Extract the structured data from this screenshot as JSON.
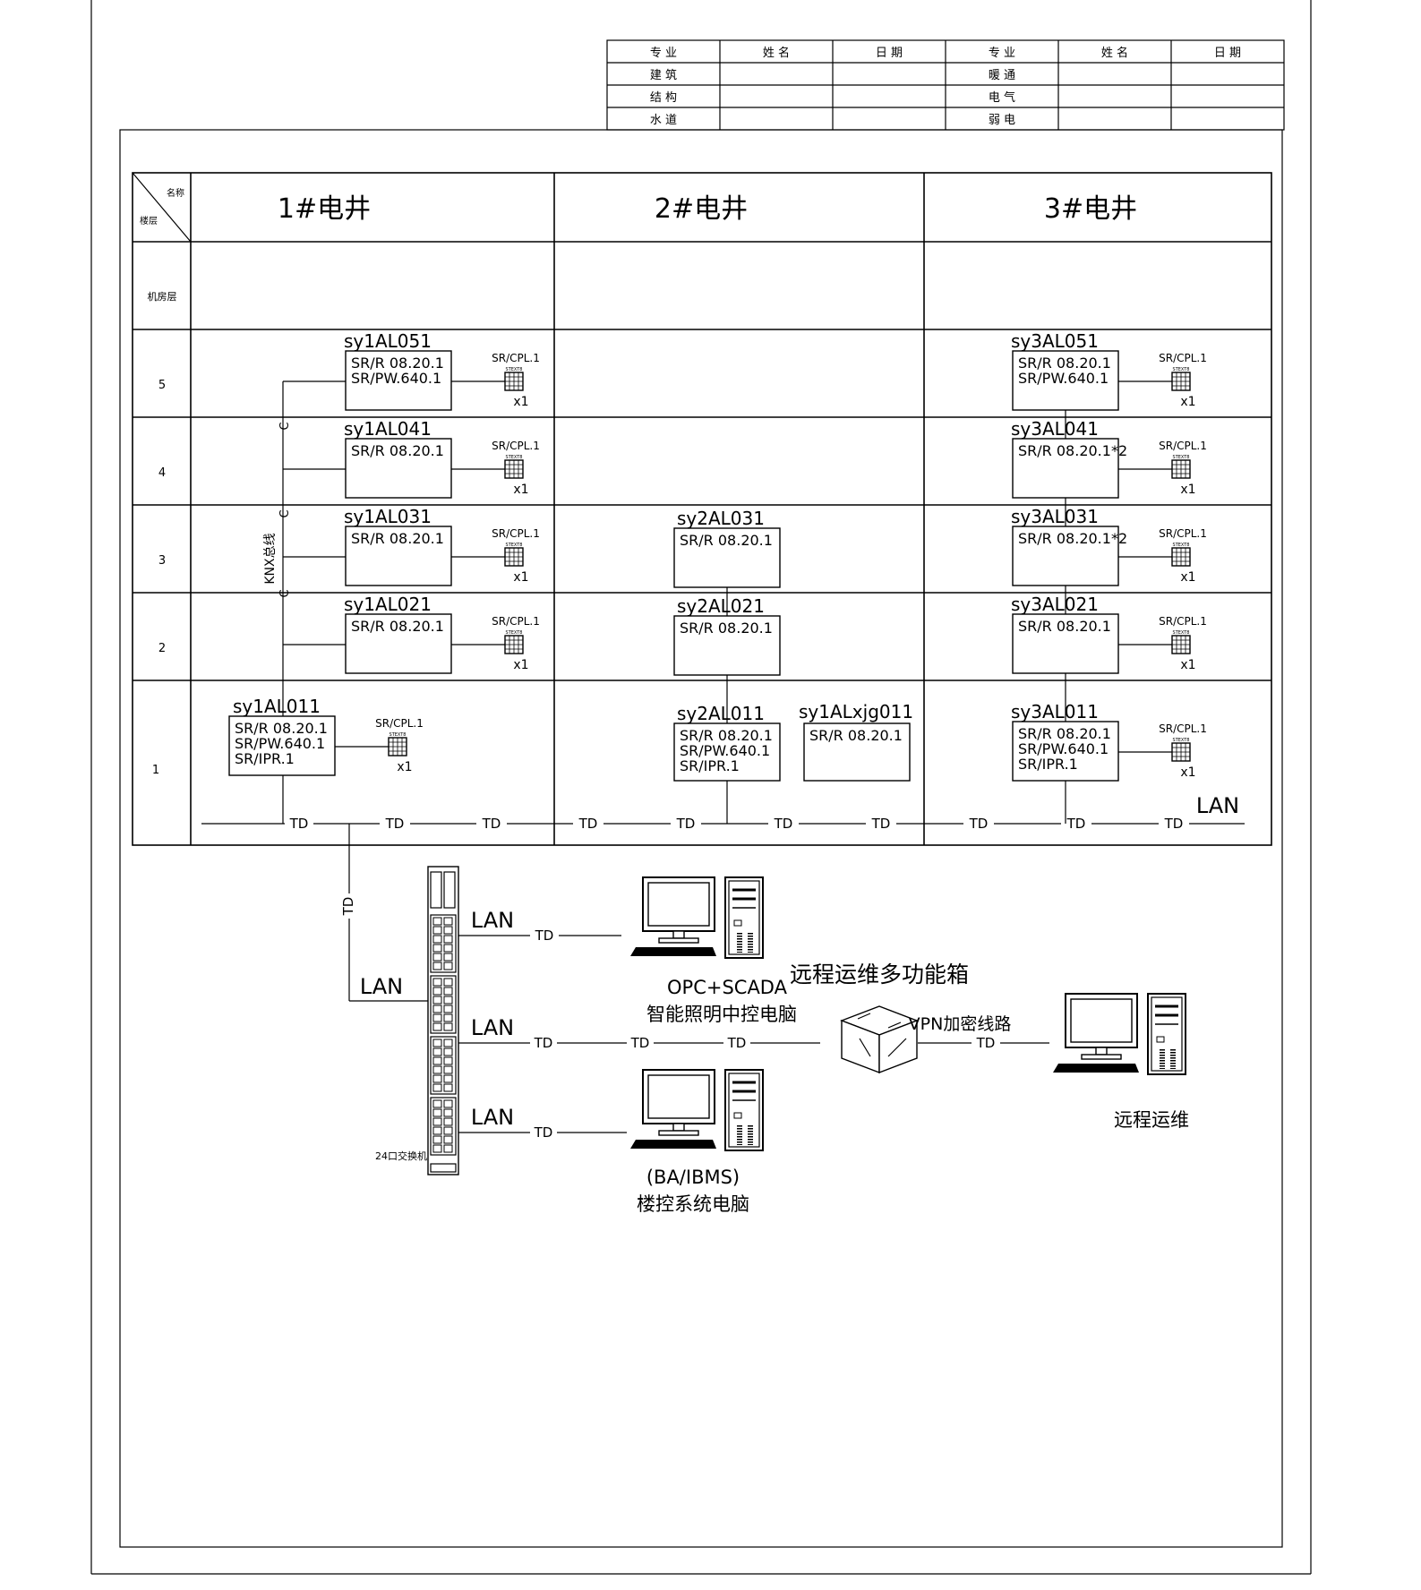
{
  "title_block": {
    "rows": [
      [
        "专  业",
        "姓  名",
        "日  期",
        "专  业",
        "姓  名",
        "日  期"
      ],
      [
        "建  筑",
        "",
        "",
        "暖  通",
        "",
        ""
      ],
      [
        "结  构",
        "",
        "",
        "电  气",
        "",
        ""
      ],
      [
        "水  道",
        "",
        "",
        "弱  电",
        "",
        ""
      ]
    ]
  },
  "table": {
    "corner": {
      "top": "名称",
      "bottom": "楼层"
    },
    "columns": [
      "1#电井",
      "2#电井",
      "3#电井"
    ],
    "rows": [
      "机房层",
      "5",
      "4",
      "3",
      "2",
      "1"
    ]
  },
  "labels": {
    "knx_bus": "KNX总线",
    "coupler": "C",
    "td": "TD",
    "lan": "LAN",
    "cpl_model": "SR/CPL.1",
    "cpl_sub": "STEXT8",
    "cpl_qty": "x1"
  },
  "panels": [
    {
      "id": "sy1AL051",
      "lines": [
        "SR/R 08.20.1",
        "SR/PW.640.1"
      ]
    },
    {
      "id": "sy1AL041",
      "lines": [
        "SR/R 08.20.1"
      ]
    },
    {
      "id": "sy1AL031",
      "lines": [
        "SR/R 08.20.1"
      ]
    },
    {
      "id": "sy1AL021",
      "lines": [
        "SR/R 08.20.1"
      ]
    },
    {
      "id": "sy1AL011",
      "lines": [
        "SR/R 08.20.1",
        "SR/PW.640.1",
        "SR/IPR.1"
      ]
    },
    {
      "id": "sy2AL031",
      "lines": [
        "SR/R 08.20.1"
      ]
    },
    {
      "id": "sy2AL021",
      "lines": [
        "SR/R 08.20.1"
      ]
    },
    {
      "id": "sy2AL011",
      "lines": [
        "SR/R 08.20.1",
        "SR/PW.640.1",
        "SR/IPR.1"
      ]
    },
    {
      "id": "sy1ALxjg011",
      "lines": [
        "SR/R 08.20.1"
      ]
    },
    {
      "id": "sy3AL051",
      "lines": [
        "SR/R 08.20.1",
        "SR/PW.640.1"
      ]
    },
    {
      "id": "sy3AL041",
      "lines": [
        "SR/R 08.20.1*2"
      ]
    },
    {
      "id": "sy3AL031",
      "lines": [
        "SR/R 08.20.1*2"
      ]
    },
    {
      "id": "sy3AL021",
      "lines": [
        "SR/R 08.20.1"
      ]
    },
    {
      "id": "sy3AL011",
      "lines": [
        "SR/R 08.20.1",
        "SR/PW.640.1",
        "SR/IPR.1"
      ]
    }
  ],
  "devices": {
    "switch": "24口交换机",
    "opc_line1": "OPC+SCADA",
    "opc_line2": "智能照明中控电脑",
    "ba_line1": "(BA/IBMS)",
    "ba_line2": "楼控系统电脑",
    "remote_box": "远程运维多功能箱",
    "vpn": "VPN加密线路",
    "remote": "远程运维"
  }
}
